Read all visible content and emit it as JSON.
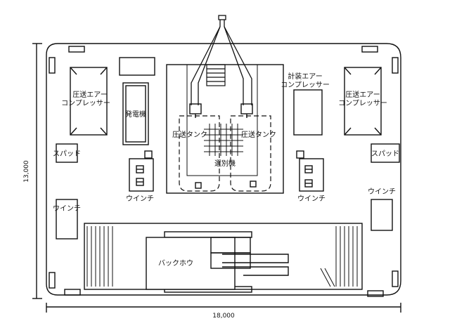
{
  "dimensions": {
    "width": "18,000",
    "height": "13,000"
  },
  "labels": {
    "compressor_left": [
      "圧送エアー",
      "コンプレッサー"
    ],
    "compressor_right": [
      "圧送エアー",
      "コンプレッサー"
    ],
    "instrument_compressor": [
      "計装エアー",
      "コンプレッサー"
    ],
    "generator": "発電機",
    "tank_left": "圧送タンク",
    "tank_right": "圧送タンク",
    "separator": "選別機",
    "spud_left": "スパッド",
    "spud_right": "スパッド",
    "winch_left_inner": "ウインチ",
    "winch_right_inner": "ウインチ",
    "winch_left_outer": "ウインチ",
    "winch_right_outer": "ウインチ",
    "backhoe": "バックホウ"
  },
  "colors": {
    "line": "#111111",
    "background": "#ffffff"
  }
}
